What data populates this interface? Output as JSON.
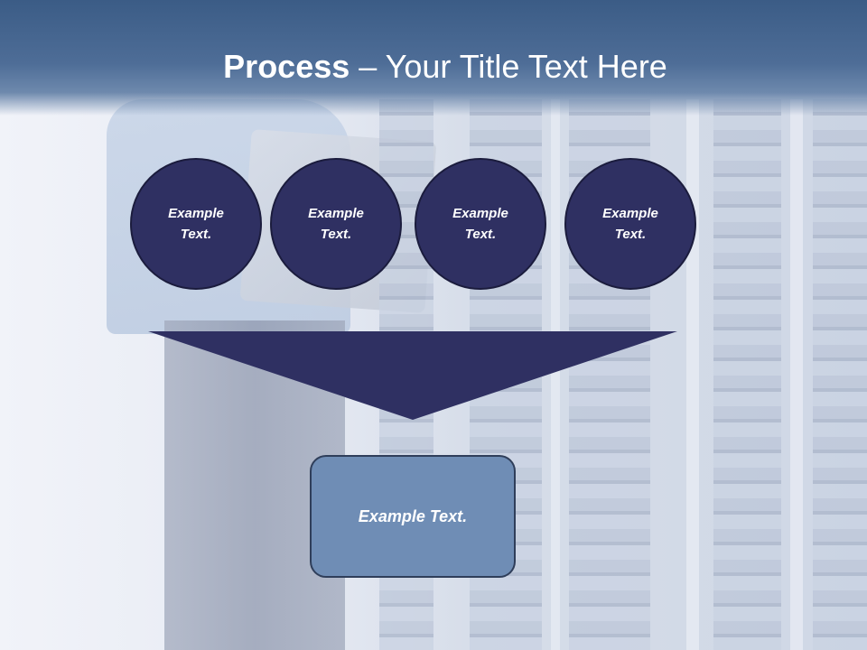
{
  "slide": {
    "title_bold": "Process",
    "title_rest": " – Your Title Text Here",
    "circles": [
      "Example Text.",
      "Example Text.",
      "Example Text.",
      "Example Text."
    ],
    "result_text": "Example Text."
  },
  "colors": {
    "header": "#4e6d97",
    "circle_fill": "#2f3062",
    "funnel_fill": "#2f3062",
    "result_fill": "#6f8db5"
  }
}
